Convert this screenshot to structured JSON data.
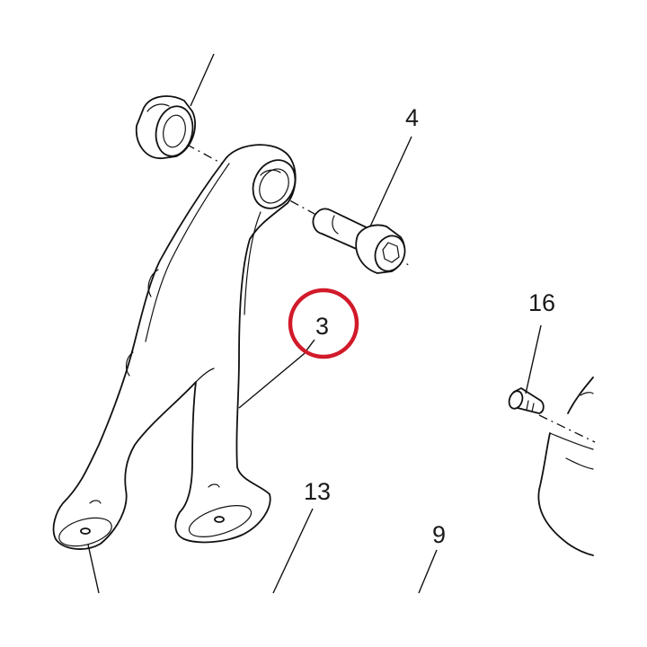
{
  "callouts": {
    "part_3": "3",
    "part_4": "4",
    "part_16": "16",
    "part_13": "13",
    "part_9": "9"
  },
  "highlight": {
    "target": "3",
    "color": "#d11a2a"
  }
}
